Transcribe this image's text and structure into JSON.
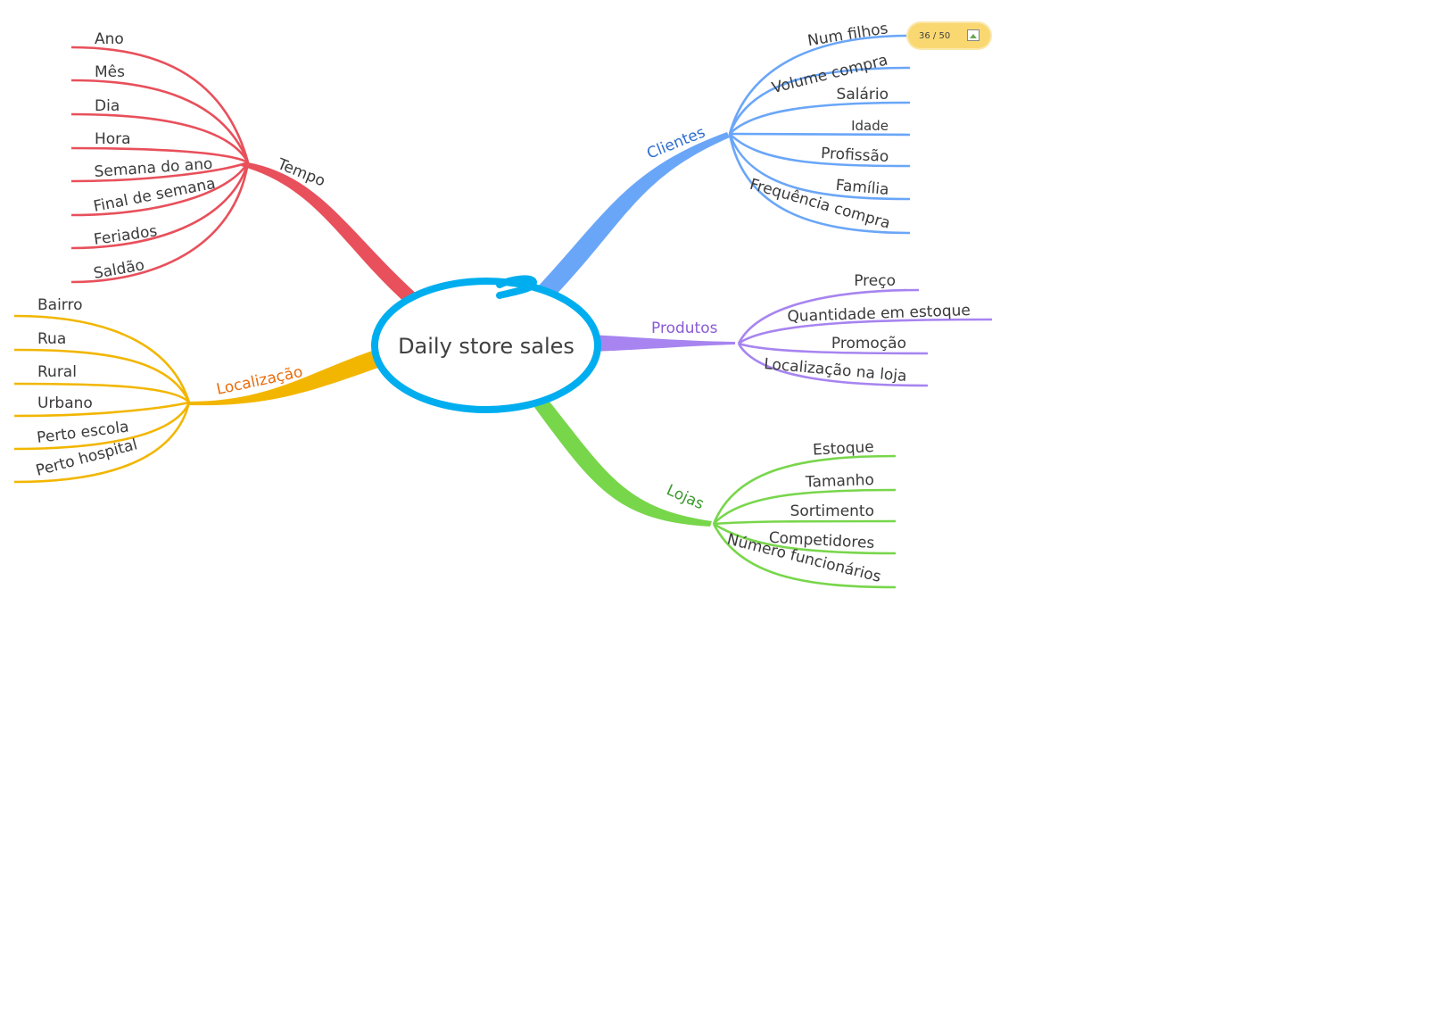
{
  "center": {
    "label": "Daily store sales",
    "color": "#00aeef"
  },
  "branches": {
    "tempo": {
      "label": "Tempo",
      "color": "#e8505b",
      "label_color": "#3a3a3a",
      "leaves": [
        "Ano",
        "Mês",
        "Dia",
        "Hora",
        "Semana do ano",
        "Final de semana",
        "Feriados",
        "Saldão"
      ]
    },
    "localizacao": {
      "label": "Localização",
      "color": "#f2b600",
      "label_color": "#e86d0c",
      "leaves": [
        "Bairro",
        "Rua",
        "Rural",
        "Urbano",
        "Perto escola",
        "Perto hospital"
      ]
    },
    "clientes": {
      "label": "Clientes",
      "color": "#6aa6f8",
      "label_color": "#2f6ecf",
      "leaves": [
        "Num filhos",
        "Volume compra",
        "Salário",
        "Idade",
        "Profissão",
        "Família",
        "Frequência compra"
      ]
    },
    "produtos": {
      "label": "Produtos",
      "color": "#a784f0",
      "label_color": "#8a5bd6",
      "leaves": [
        "Preço",
        "Quantidade em estoque",
        "Promoção",
        "Localização na loja"
      ]
    },
    "lojas": {
      "label": "Lojas",
      "color": "#78d64b",
      "label_color": "#3a9a2e",
      "leaves": [
        "Estoque",
        "Tamanho",
        "Sortimento",
        "Competidores",
        "Número funcionários"
      ]
    }
  },
  "slide_counter": {
    "text": "36 / 50",
    "icon": "image-placeholder-icon"
  }
}
